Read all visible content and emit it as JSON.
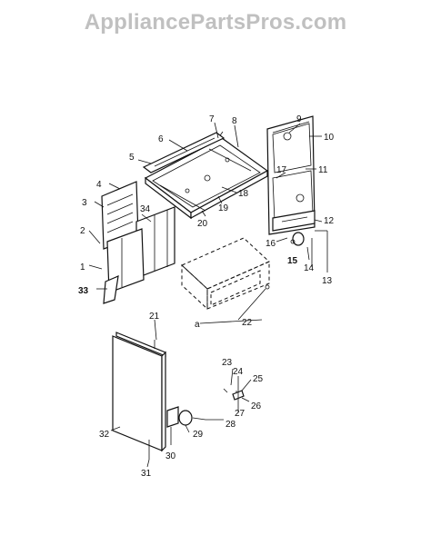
{
  "watermark": "AppliancePartsPros.com",
  "callouts": [
    {
      "n": "1"
    },
    {
      "n": "2"
    },
    {
      "n": "3"
    },
    {
      "n": "4"
    },
    {
      "n": "5"
    },
    {
      "n": "6"
    },
    {
      "n": "7"
    },
    {
      "n": "8"
    },
    {
      "n": "9"
    },
    {
      "n": "10"
    },
    {
      "n": "11"
    },
    {
      "n": "12"
    },
    {
      "n": "13"
    },
    {
      "n": "14"
    },
    {
      "n": "15"
    },
    {
      "n": "16"
    },
    {
      "n": "17"
    },
    {
      "n": "18"
    },
    {
      "n": "19"
    },
    {
      "n": "20"
    },
    {
      "n": "21"
    },
    {
      "n": "22"
    },
    {
      "n": "23"
    },
    {
      "n": "24"
    },
    {
      "n": "25"
    },
    {
      "n": "26"
    },
    {
      "n": "27"
    },
    {
      "n": "28"
    },
    {
      "n": "29"
    },
    {
      "n": "30"
    },
    {
      "n": "31"
    },
    {
      "n": "32"
    },
    {
      "n": "33"
    },
    {
      "n": "34"
    }
  ],
  "extra_mark": "a"
}
